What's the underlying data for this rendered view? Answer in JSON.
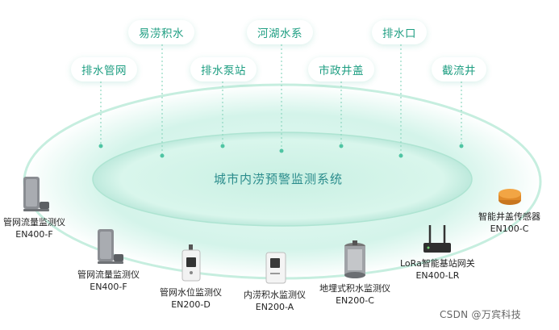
{
  "center": {
    "title": "城市内涝预警监测系统"
  },
  "scenarios": {
    "s1": "排水管网",
    "s2": "易涝积水",
    "s3": "排水泵站",
    "s4": "河湖水系",
    "s5": "市政井盖",
    "s6": "排水口",
    "s7": "截流井"
  },
  "devices": {
    "d1": {
      "name": "管网流量监测仪",
      "model": "EN400-F",
      "icon": "flow-meter-icon"
    },
    "d2": {
      "name": "管网流量监测仪",
      "model": "EN400-F",
      "icon": "flow-meter-icon"
    },
    "d3": {
      "name": "管网水位监测仪",
      "model": "EN200-D",
      "icon": "level-meter-icon"
    },
    "d4": {
      "name": "内涝积水监测仪",
      "model": "EN200-A",
      "icon": "waterlogging-meter-icon"
    },
    "d5": {
      "name": "地埋式积水监测仪",
      "model": "EN200-C",
      "icon": "buried-meter-icon"
    },
    "d6": {
      "name": "LoRa智能基站网关",
      "model": "EN400-LR",
      "icon": "gateway-icon"
    },
    "d7": {
      "name": "智能井盖传感器",
      "model": "EN100-C",
      "icon": "manhole-sensor-icon"
    }
  },
  "watermark": "CSDN @万宾科技",
  "colors": {
    "accent": "#1e9e82",
    "ring": "#bfeee0",
    "title": "#2a8c8c"
  }
}
